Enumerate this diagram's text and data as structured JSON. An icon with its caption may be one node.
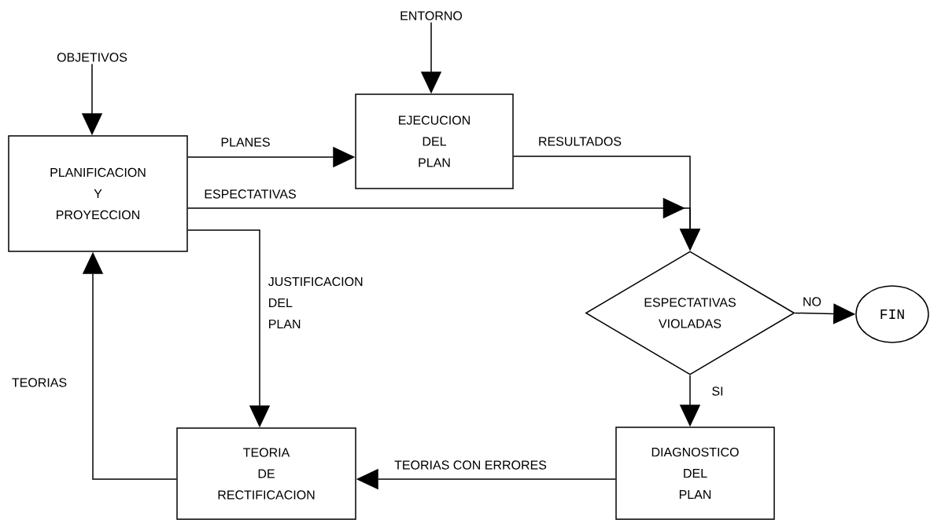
{
  "diagram": {
    "nodes": [
      {
        "text": [
          "OBJETIVOS"
        ]
      },
      {
        "text": [
          "ENTORNO"
        ]
      },
      {
        "text": [
          "PLANIFICACION Y PROYECCION"
        ]
      },
      {
        "text": [
          "EJECUCION DEL PLAN"
        ]
      },
      {
        "text": [
          "ESPECTATIVAS VIOLADAS"
        ]
      },
      {
        "text": [
          "FIN"
        ]
      },
      {
        "text": [
          "TEORIA DE RECTIFICACION"
        ]
      },
      {
        "text": [
          "DIAGNOSTICO DEL PLAN"
        ]
      }
    ],
    "edges": [
      {
        "from": 0,
        "to": 2,
        "arrow": "to"
      },
      {
        "from": 1,
        "to": 3,
        "arrow": "to"
      },
      {
        "from": 2,
        "to": 3,
        "arrow": "to",
        "label": "PLANES"
      },
      {
        "from": 3,
        "to": 4,
        "arrow": "to",
        "label": "RESULTADOS"
      },
      {
        "from": 2,
        "to": 4,
        "arrow": "to",
        "label": "ESPECTATIVAS"
      },
      {
        "from": 2,
        "to": 6,
        "arrow": "to",
        "label": "JUSTIFICACION DEL PLAN"
      },
      {
        "from": 4,
        "to": 5,
        "arrow": "to",
        "label": "NO"
      },
      {
        "from": 4,
        "to": 7,
        "arrow": "to",
        "label": "SI"
      },
      {
        "from": 7,
        "to": 6,
        "arrow": "to",
        "label": "TEORIAS CON ERRORES"
      },
      {
        "from": 6,
        "to": 2,
        "arrow": "to",
        "label": "TEORIAS"
      }
    ]
  }
}
